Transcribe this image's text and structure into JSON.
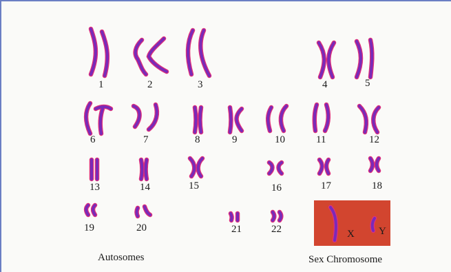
{
  "chromosome_numbers": [
    "1",
    "2",
    "3",
    "4",
    "5",
    "6",
    "7",
    "8",
    "9",
    "10",
    "11",
    "12",
    "13",
    "14",
    "15",
    "16",
    "17",
    "18",
    "19",
    "20",
    "21",
    "22"
  ],
  "sex_chromosomes": {
    "x": "X",
    "y": "Y"
  },
  "captions": {
    "autosomes": "Autosomes",
    "sex": "Sex Chromosome"
  },
  "colors": {
    "chromosome_body": "#7a2ab8",
    "chromosome_edge": "#e0307a",
    "sex_panel": "#d2452f",
    "frame": "#6a7ec4"
  }
}
